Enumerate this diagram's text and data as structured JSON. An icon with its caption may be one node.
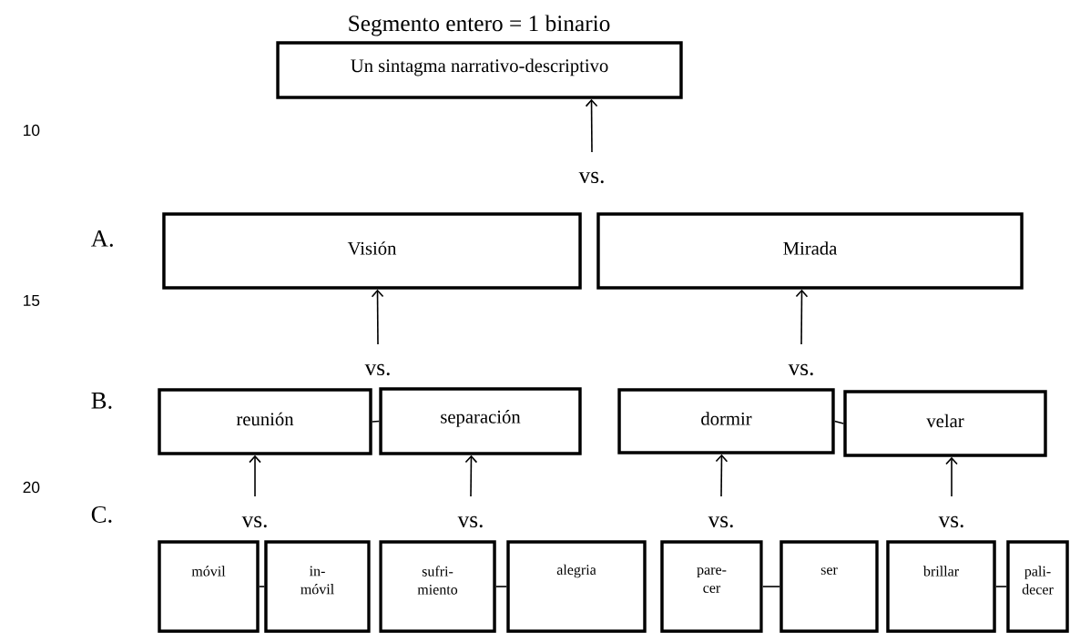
{
  "diagram": {
    "title": "Segmento entero = 1 binario",
    "nodes": [
      {
        "text": [
          "Un sintagma narrativo-descriptivo"
        ]
      },
      {
        "text": [
          "vs."
        ]
      },
      {
        "text": [
          "Visión"
        ]
      },
      {
        "text": [
          "Mirada"
        ]
      },
      {
        "text": [
          "vs."
        ]
      },
      {
        "text": [
          "vs."
        ]
      },
      {
        "text": [
          "reunión"
        ]
      },
      {
        "text": [
          "separación"
        ]
      },
      {
        "text": [
          "dormir"
        ]
      },
      {
        "text": [
          "velar"
        ]
      },
      {
        "text": [
          "vs."
        ]
      },
      {
        "text": [
          "vs."
        ]
      },
      {
        "text": [
          "vs."
        ]
      },
      {
        "text": [
          "vs."
        ]
      },
      {
        "text": [
          "móvil"
        ]
      },
      {
        "text": [
          "in-móvil"
        ]
      },
      {
        "text": [
          "sufri-miento"
        ]
      },
      {
        "text": [
          "alegria"
        ]
      },
      {
        "text": [
          "pare-cer"
        ]
      },
      {
        "text": [
          "ser"
        ]
      },
      {
        "text": [
          "brillar"
        ]
      },
      {
        "text": [
          "pali-decer"
        ]
      }
    ],
    "edges": [
      {
        "from": 1,
        "to": 0,
        "arrow": "to"
      },
      {
        "from": 4,
        "to": 2,
        "arrow": "to"
      },
      {
        "from": 5,
        "to": 3,
        "arrow": "to"
      },
      {
        "from": 6,
        "to": 7,
        "arrow": "none"
      },
      {
        "from": 8,
        "to": 9,
        "arrow": "none"
      },
      {
        "from": 10,
        "to": 6,
        "arrow": "to"
      },
      {
        "from": 11,
        "to": 7,
        "arrow": "to"
      },
      {
        "from": 12,
        "to": 8,
        "arrow": "to"
      },
      {
        "from": 13,
        "to": 9,
        "arrow": "to"
      },
      {
        "from": 14,
        "to": 15,
        "arrow": "none"
      },
      {
        "from": 16,
        "to": 17,
        "arrow": "none"
      },
      {
        "from": 18,
        "to": 19,
        "arrow": "none"
      },
      {
        "from": 20,
        "to": 21,
        "arrow": "none"
      }
    ],
    "labels": [
      "10",
      "A.",
      "15",
      "B.",
      "20",
      "C."
    ]
  }
}
